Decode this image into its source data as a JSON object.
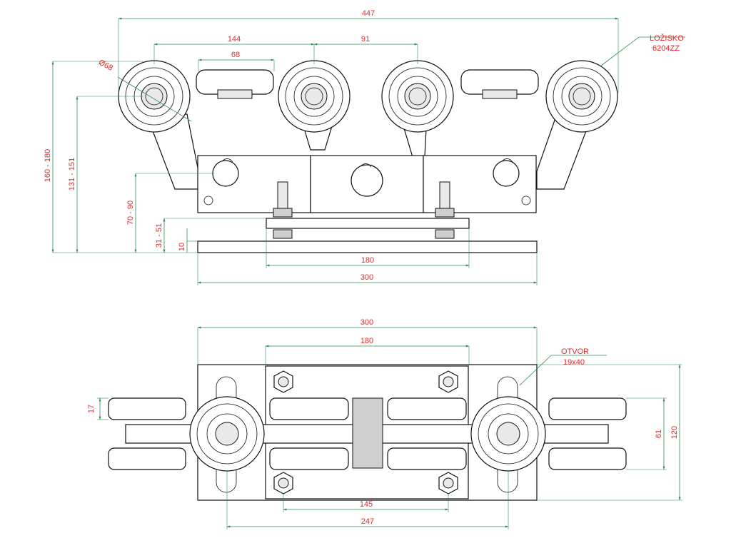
{
  "top_view": {
    "dims": {
      "overall_width": "447",
      "wheel_pitch": "144",
      "pad_width": "68",
      "center_gap": "91",
      "wheel_dia": "Ø68",
      "height_total": "160 - 180",
      "height_axle": "131 - 151",
      "height_body": "70 - 90",
      "height_plate": "31 - 51",
      "plate_thickness": "10",
      "bolt_spacing": "180",
      "plate_width": "300"
    },
    "bearing_label_1": "LOŽISKO",
    "bearing_label_2": "6204ZZ"
  },
  "bottom_view": {
    "dims": {
      "plate_width": "300",
      "bolt_spacing": "180",
      "wheel_width": "17",
      "inner_width": "61",
      "total_depth": "120",
      "inner_spacing": "145",
      "wheel_spacing": "247"
    },
    "hole_label_1": "OTVOR",
    "hole_label_2": "19x40"
  }
}
